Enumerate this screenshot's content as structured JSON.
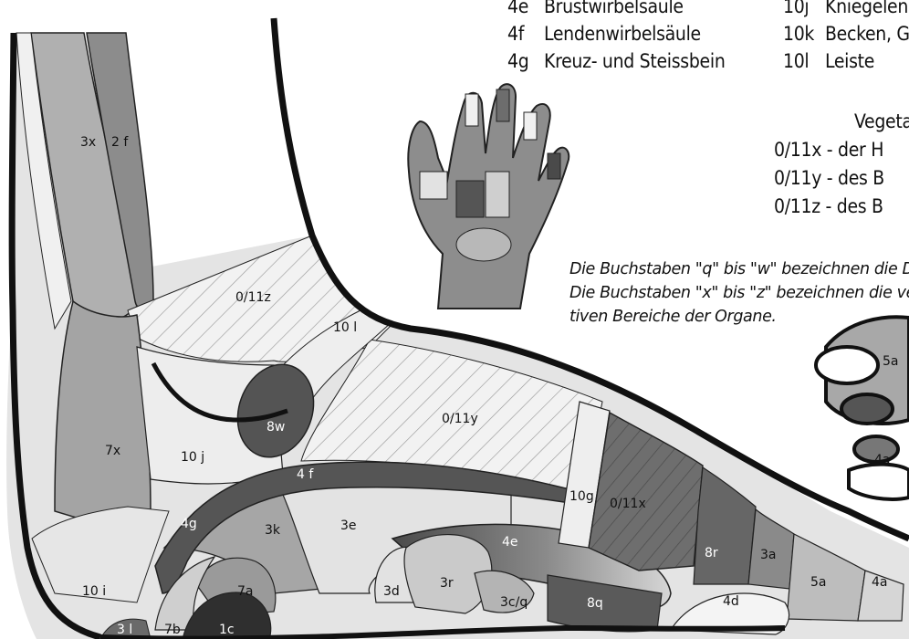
{
  "legend_left": [
    {
      "code": "4e",
      "text": "Brustwirbelsäule"
    },
    {
      "code": "4f",
      "text": "Lendenwirbelsäule"
    },
    {
      "code": "4g",
      "text": "Kreuz- und Steissbein"
    }
  ],
  "legend_right": [
    {
      "code": "10j",
      "text": "Kniegelenk"
    },
    {
      "code": "10k",
      "text": "Becken, G"
    },
    {
      "code": "10l",
      "text": "Leiste"
    }
  ],
  "vegetative": {
    "heading": "Vegeta",
    "items": [
      "0/11x - der H",
      "0/11y - des B",
      "0/11z - des B"
    ]
  },
  "notes": [
    "Die Buchstaben \"q\" bis \"w\" bezeichnen die Drüse",
    "Die Buchstaben \"x\" bis \"z\" bezeichnen die veget",
    "tiven Bereiche der Organe."
  ],
  "zones": {
    "z3x": "3x",
    "z2f": "2 f",
    "z011z": "0/11z",
    "z10l": "10 l",
    "z011y": "0/11y",
    "z8w": "8w",
    "z7x": "7x",
    "z10j": "10 j",
    "z4f": "4 f",
    "z4g": "4g",
    "z3k": "3k",
    "z3e": "3e",
    "z10g": "10g",
    "z011x": "0/11x",
    "z4e": "4e",
    "z10i": "10 i",
    "z7a": "7a",
    "z3d": "3d",
    "z3r": "3r",
    "z3cq": "3c/q",
    "z8r": "8r",
    "z3a": "3a",
    "z5a": "5a",
    "z4a": "4a",
    "z8q": "8q",
    "z4d": "4d",
    "z3l": "3 l",
    "z7b": "7b",
    "z1c": "1c",
    "z5a_top": "5a",
    "z4a_side": "4a"
  },
  "colors": {
    "light": "#e2e2e2",
    "mid": "#a8a8a8",
    "dark": "#5e5e5e",
    "darker": "#3d3d3d",
    "hatch": "#9a9a9a",
    "outline": "#111111"
  }
}
